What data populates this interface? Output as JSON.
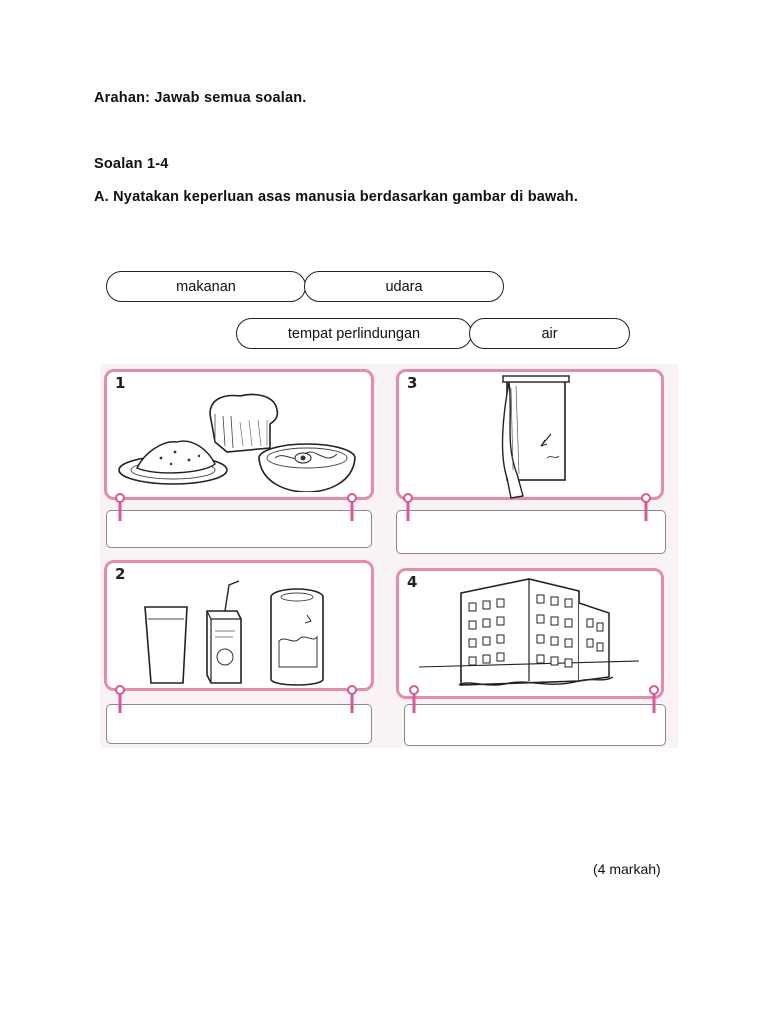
{
  "instruction": "Arahan: Jawab semua soalan.",
  "section_title": "Soalan 1-4",
  "question": "A.  Nyatakan keperluan asas manusia berdasarkan gambar di bawah.",
  "word_bank": [
    "makanan",
    "udara",
    "tempat perlindungan",
    "air"
  ],
  "cards": [
    {
      "number": "1",
      "subject": "food-illustration"
    },
    {
      "number": "3",
      "subject": "curtain-window-illustration"
    },
    {
      "number": "2",
      "subject": "drinks-illustration"
    },
    {
      "number": "4",
      "subject": "building-illustration"
    }
  ],
  "marks": "(4 markah)",
  "colors": {
    "card_border": "#e58bb2",
    "panel_bg": "#f9f3f5",
    "pin": "#d6589a"
  }
}
